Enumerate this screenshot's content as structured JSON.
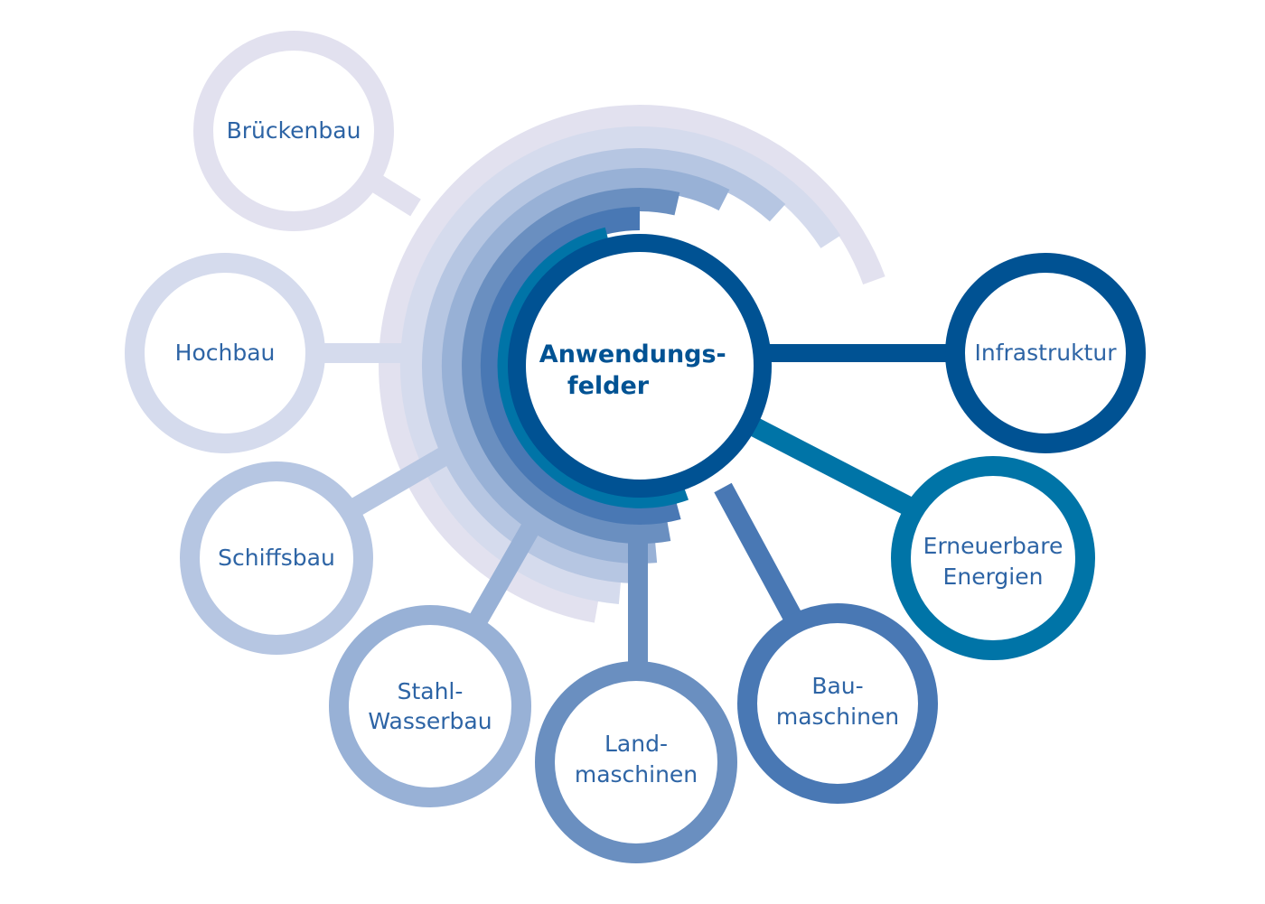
{
  "center": {
    "lines": [
      "Anwendungs-",
      "felder"
    ],
    "color": "#005293"
  },
  "nodes": [
    {
      "id": "brueckenbau",
      "lines": [
        "Brückenbau"
      ],
      "color": "#e2e1ef"
    },
    {
      "id": "hochbau",
      "lines": [
        "Hochbau"
      ],
      "color": "#d5dbed"
    },
    {
      "id": "schiffsbau",
      "lines": [
        "Schiffsbau"
      ],
      "color": "#b6c6e2"
    },
    {
      "id": "stahl-wasserbau",
      "lines": [
        "Stahl-",
        "Wasserbau"
      ],
      "color": "#98b1d6"
    },
    {
      "id": "landmaschinen",
      "lines": [
        "Land-",
        "maschinen"
      ],
      "color": "#6a8fc0"
    },
    {
      "id": "baumaschinen",
      "lines": [
        "Bau-",
        "maschinen"
      ],
      "color": "#4978b4"
    },
    {
      "id": "erneuerbare-energien",
      "lines": [
        "Erneuerbare",
        "Energien"
      ],
      "color": "#0074a7"
    },
    {
      "id": "infrastruktur",
      "lines": [
        "Infrastruktur"
      ],
      "color": "#005293"
    }
  ],
  "text_color": "#2d64a5"
}
